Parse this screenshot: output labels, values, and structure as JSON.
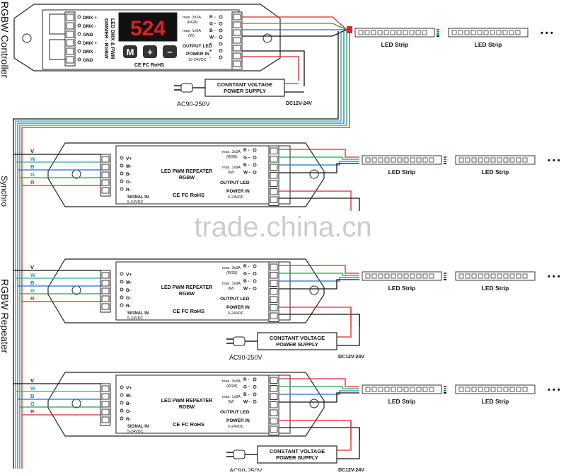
{
  "side_labels": {
    "controller": "RGBW Controller",
    "synchro": "Synchro",
    "repeater": "RGBW Repeater"
  },
  "controller": {
    "dmx_pins": [
      "DMX +",
      "DMX -",
      "GND",
      "DMX +",
      "DMX -",
      "GND"
    ],
    "display": "524",
    "title_lines": [
      "LED DMX & PWM",
      "DIMMER - RGBW"
    ],
    "buttons": [
      "M",
      "+",
      "−"
    ],
    "certs": "CE FC RoHS",
    "spec1": "max. 3x3A",
    "spec1b": "(RGB)",
    "spec2": "max. 1x9A",
    "spec2b": "(W)",
    "output_label": "OUTPUT LED",
    "power_label": "POWER IN",
    "power_range": "12-24VDC",
    "terminals": [
      "R -",
      "G -",
      "B -",
      "W -",
      "+",
      "+",
      "-"
    ]
  },
  "psu": {
    "line1": "CONSTANT VOLTAGE",
    "line2": "POWER SUPPLY",
    "ac": "AC90-250V",
    "dc": "DC12V-24V"
  },
  "repeater": {
    "title_line1": "LED PWM REPEATER",
    "title_line2": "RGBW",
    "certs": "CE FC RoHS",
    "signal_label": "SIGNAL IN",
    "signal_range": "5-24VDC",
    "in_pins": [
      "V+",
      "W-",
      "B-",
      "G-",
      "R-"
    ],
    "spec1": "max. 3x3A",
    "spec1b": "(RGB)",
    "spec2": "max. 1x9A",
    "spec2b": "(W)",
    "terminals": [
      "R -",
      "G -",
      "B -",
      "W -"
    ],
    "output_label": "OUTPUT LED",
    "power_label": "POWER IN",
    "power_range": "5-24VDC"
  },
  "bus_labels": [
    "V",
    "W",
    "B",
    "G",
    "R"
  ],
  "strip_label": "LED Strip",
  "ellipsis": "• • •",
  "watermark": "trade.china.cn",
  "colors": {
    "red": "#e0252b",
    "green": "#1aa34a",
    "blue": "#1f6fd0",
    "teal": "#2aa6a6",
    "black": "#111111",
    "line": "#444444"
  }
}
